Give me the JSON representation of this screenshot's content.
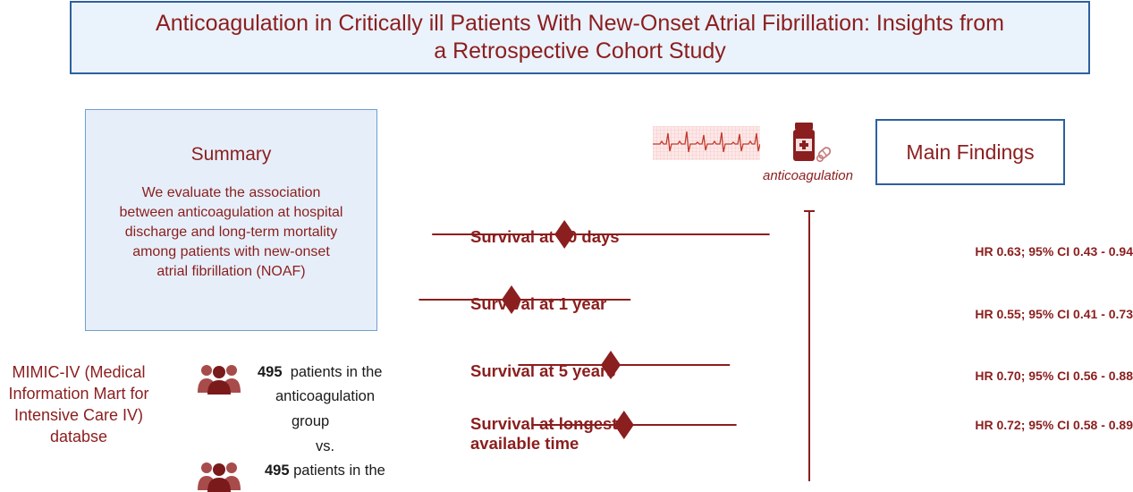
{
  "title": {
    "line1": "Anticoagulation in Critically ill Patients With New-Onset Atrial Fibrillation: Insights from",
    "line2": "a Retrospective Cohort Study"
  },
  "summary": {
    "heading": "Summary",
    "lines": [
      "We evaluate the association",
      "between anticoagulation at hospital",
      "discharge and long-term mortality",
      "among patients with new-onset",
      "atrial fibrillation (NOAF)"
    ]
  },
  "database": {
    "lines": [
      "MIMIC-IV (Medical",
      "Information Mart for",
      "Intensive Care IV)",
      "databse"
    ]
  },
  "cohort": {
    "group1_count": "495",
    "group1_text1": "patients in the",
    "group1_text2": "anticoagulation",
    "group1_text3": "group",
    "versus": "vs.",
    "group2_count": "495",
    "group2_text1": "patients in the"
  },
  "anticoagulation_label": "anticoagulation",
  "main_findings": "Main Findings",
  "icons": {
    "ecg": "ecg-strip-icon",
    "medicine": "medicine-bottle-icon",
    "people": "people-group-icon"
  },
  "colors": {
    "accent": "#8b1e1e",
    "box_border": "#2e5f9e",
    "box_fill": "#eaf2fb"
  },
  "chart_data": {
    "type": "forest",
    "reference_line": 1,
    "rows": [
      {
        "label": "Survival at 90 days",
        "hr": 0.63,
        "ci_low": 0.43,
        "ci_high": 0.94,
        "text": "HR 0.63; 95% CI 0.43 - 0.94"
      },
      {
        "label": "Survival at 1 year",
        "hr": 0.55,
        "ci_low": 0.41,
        "ci_high": 0.73,
        "text": "HR 0.55; 95% CI 0.41 - 0.73"
      },
      {
        "label": "Survival at 5 years",
        "hr": 0.7,
        "ci_low": 0.56,
        "ci_high": 0.88,
        "text": "HR 0.70; 95% CI 0.56 - 0.88"
      },
      {
        "label": "Survival at longest available time",
        "label_lines": [
          "Survival at longest",
          "available time"
        ],
        "hr": 0.72,
        "ci_low": 0.58,
        "ci_high": 0.89,
        "text": "HR 0.72; 95% CI 0.58 - 0.89"
      }
    ]
  }
}
